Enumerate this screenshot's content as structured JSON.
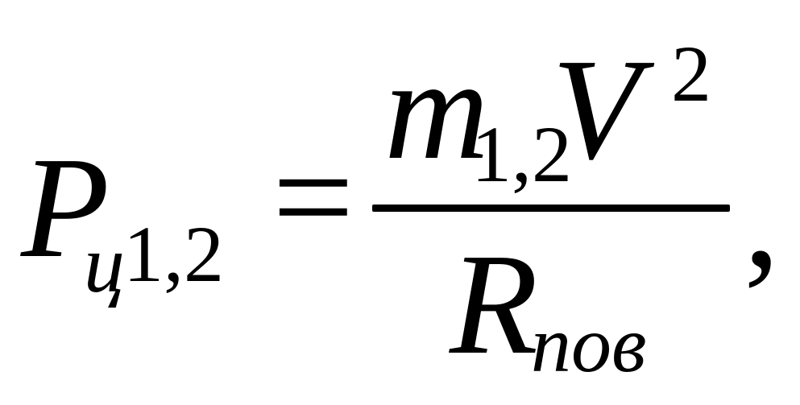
{
  "formula": {
    "lhs": {
      "symbol": "P",
      "subscript_letter": "ц",
      "subscript_index": "1,2"
    },
    "equals": "=",
    "numerator": {
      "mass_symbol": "m",
      "mass_subscript": "1,2",
      "velocity_symbol": "V",
      "velocity_exponent": "2"
    },
    "denominator": {
      "radius_symbol": "R",
      "radius_subscript": "пов"
    },
    "trailing_punctuation": ","
  }
}
